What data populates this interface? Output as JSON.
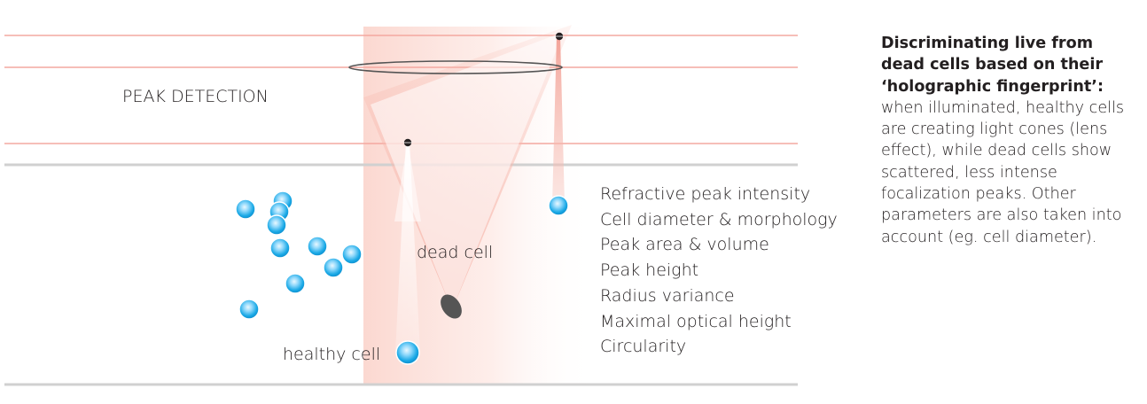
{
  "labels": {
    "peak_detection": "PEAK DETECTION",
    "dead_cell": "dead cell",
    "healthy_cell": "healthy cell"
  },
  "parameters": [
    "Refractive peak intensity",
    "Cell diameter & morphology",
    "Peak area & volume",
    "Peak height",
    "Radius variance",
    "Maximal optical height",
    "Circularity"
  ],
  "description": {
    "heading": "Discriminating live from dead cells based on their ‘holographic fingerprint’:",
    "body": "when illuminated, healthy cells are creating light cones (lens effect), while dead cells show scattered, less intense focalization peaks. Other parameters are also taken into account (eg. cell diameter)."
  },
  "colors": {
    "cell_blue": "#1aa9e6",
    "dead_cell": "#555555",
    "cone_pink": "#f5a59a",
    "line_pink": "#f4a8a0",
    "line_grey": "#d0d0d0"
  }
}
